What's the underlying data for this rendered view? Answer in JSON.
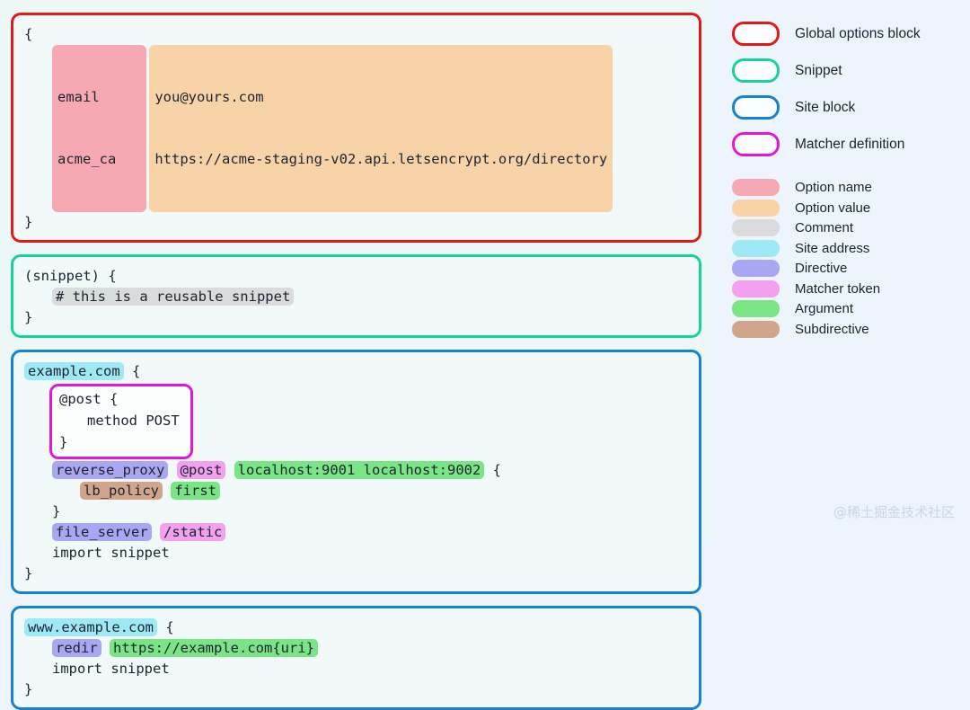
{
  "panels": {
    "code_bg": "#edf7f6",
    "legend_bg": "#edf4fc",
    "card_bg": "#f2f9f9"
  },
  "colors": {
    "global_block_border": "#e01a18",
    "snippet_border": "#16d39a",
    "site_block_border": "#1781d2",
    "matcher_border": "#e018d8",
    "option_name": "#f7a9b3",
    "option_value": "#f8d3a8",
    "comment": "#d9dbdd",
    "site_address": "#9fe8f6",
    "directive": "#a9a6f2",
    "matcher_token": "#f3a0ef",
    "argument": "#79e585",
    "subdirective": "#d0a58c"
  },
  "code": {
    "global_block": {
      "open_brace": "{",
      "option_names": [
        "email",
        "acme_ca"
      ],
      "option_values": [
        "you@yours.com",
        "https://acme-staging-v02.api.letsencrypt.org/directory"
      ],
      "close_brace": "}"
    },
    "snippet_block": {
      "header": "(snippet) {",
      "comment": "# this is a reusable snippet",
      "close_brace": "}"
    },
    "site_block": {
      "site_address": "example.com",
      "open_brace": "{",
      "matcher_def": {
        "header": "@post {",
        "body": "method POST",
        "close": "}"
      },
      "reverse_proxy": {
        "directive": "reverse_proxy",
        "matcher": "@post",
        "argument": "localhost:9001 localhost:9002",
        "open_brace": "{"
      },
      "lb_policy": {
        "subdirective": "lb_policy",
        "argument": "first"
      },
      "inner_close": "}",
      "file_server": {
        "directive": "file_server",
        "matcher": "/static"
      },
      "import_line": "import snippet",
      "close_brace": "}"
    },
    "site_block_www": {
      "site_address": "www.example.com",
      "open_brace": "{",
      "redir": {
        "directive": "redir",
        "argument": "https://example.com{uri}"
      },
      "import_line": "import snippet",
      "close_brace": "}"
    }
  },
  "legend": {
    "outline_items": [
      {
        "label": "Global options block",
        "color": "#e01a18"
      },
      {
        "label": "Snippet",
        "color": "#16d39a"
      },
      {
        "label": "Site block",
        "color": "#1781d2"
      },
      {
        "label": "Matcher definition",
        "color": "#e018d8"
      }
    ],
    "fill_items": [
      {
        "label": "Option name",
        "color": "#f7a9b3"
      },
      {
        "label": "Option value",
        "color": "#f8d3a8"
      },
      {
        "label": "Comment",
        "color": "#d9dbdd"
      },
      {
        "label": "Site address",
        "color": "#9fe8f6"
      },
      {
        "label": "Directive",
        "color": "#a9a6f2"
      },
      {
        "label": "Matcher token",
        "color": "#f3a0ef"
      },
      {
        "label": "Argument",
        "color": "#79e585"
      },
      {
        "label": "Subdirective",
        "color": "#d0a58c"
      }
    ]
  },
  "watermark": "@稀土掘金技术社区"
}
